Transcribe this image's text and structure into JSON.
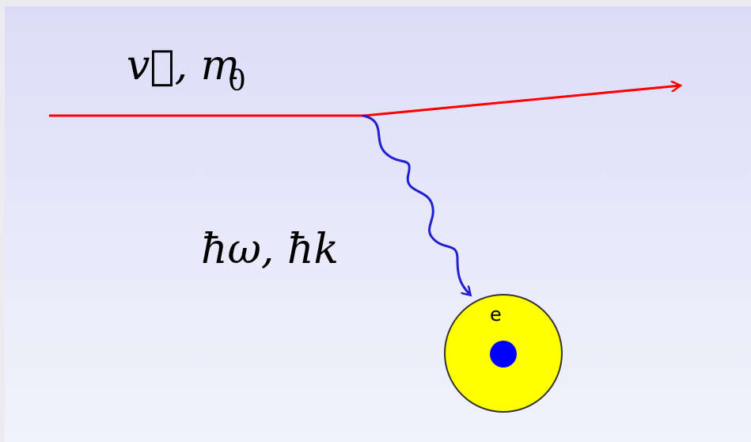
{
  "diagram": {
    "incident_label": {
      "main": "v⃗, m",
      "subscript": "0"
    },
    "photon_label": "ħω, ħk",
    "electron_label": "e",
    "colors": {
      "particle_path": "#ff0000",
      "photon": "#2020d0",
      "atom_shell": "#ffff00",
      "nucleus": "#0000ff"
    }
  }
}
